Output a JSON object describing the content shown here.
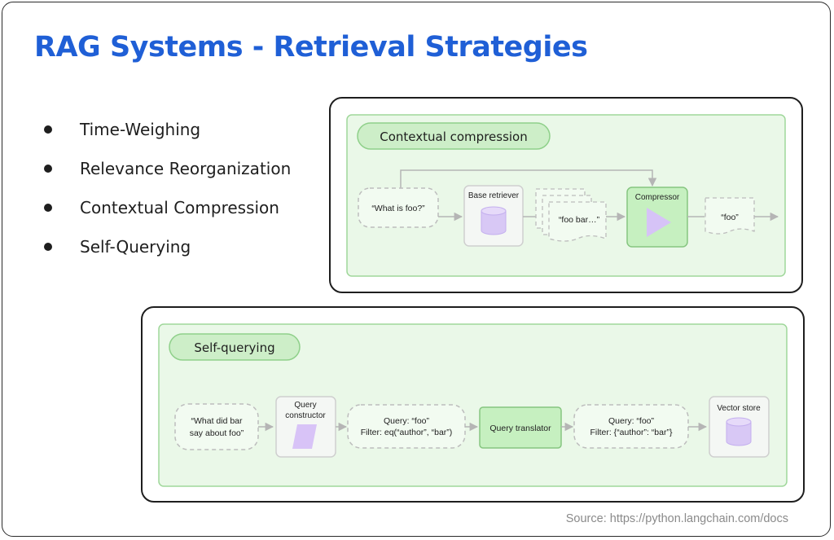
{
  "title": "RAG Systems - Retrieval Strategies",
  "bullets": [
    "Time-Weighing",
    "Relevance Reorganization",
    "Contextual Compression",
    "Self-Querying"
  ],
  "contextual_compression": {
    "label": "Contextual compression",
    "query_line1": "“What is foo?”",
    "retriever_label": "Base retriever",
    "docs_label": "“foo bar…”",
    "compressor_label": "Compressor",
    "output_label": "“foo”"
  },
  "self_querying": {
    "label": "Self-querying",
    "question_line1": "“What did bar",
    "question_line2": "say about foo”",
    "constructor_line1": "Query",
    "constructor_line2": "constructor",
    "structured_line1": "Query: “foo”",
    "structured_line2": "Filter: eq(“author”, “bar”)",
    "translator_label": "Query translator",
    "translated_line1": "Query: “foo”",
    "translated_line2": "Filter: {“author”: “bar”}",
    "store_label": "Vector store"
  },
  "source": "Source: https://python.langchain.com/docs",
  "colors": {
    "title": "#1f5fd6",
    "panel_fill": "#eaf8e8",
    "panel_border": "#9fd79a",
    "pill_fill": "#cdeec8",
    "highlight_node": "#c6f0c0",
    "cylinder": "#d8c8f5",
    "arrow": "#b5b5b5",
    "source_text": "#8a8a8a"
  }
}
